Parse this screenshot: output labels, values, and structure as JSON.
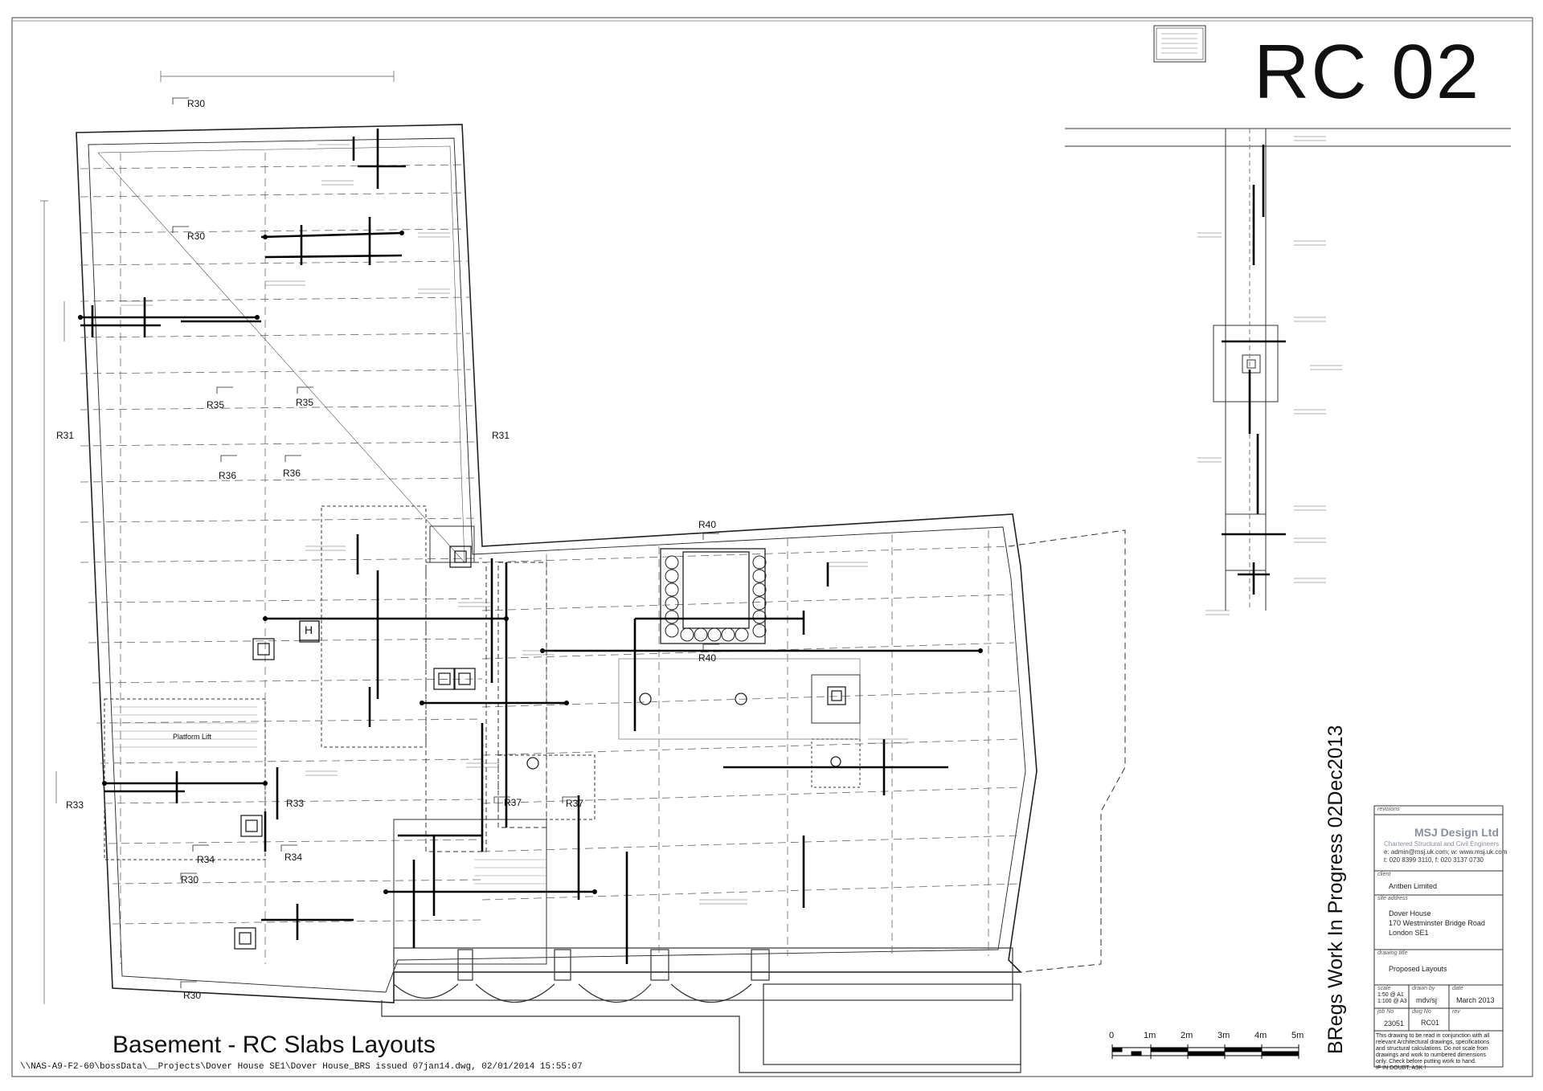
{
  "drawing_id": "RC 02",
  "plan_title": "Basement - RC Slabs Layouts",
  "file_path": "\\\\NAS-A9-F2-60\\bossData\\__Projects\\Dover House SE1\\Dover House_BRS issued 07jan14.dwg, 02/01/2014 15:55:07",
  "status_text": "BRegs Work In Progress 02Dec2013",
  "plan_labels": {
    "r30a": "R30",
    "r30b": "R30",
    "r30c": "R30",
    "r30d": "R30",
    "r31a": "R31",
    "r31b": "R31",
    "r33a": "R33",
    "r33b": "R33",
    "r34a": "R34",
    "r34b": "R34",
    "r35a": "R35",
    "r35b": "R35",
    "r36a": "R36",
    "r36b": "R36",
    "r37a": "R37",
    "r37b": "R37",
    "r40a": "R40",
    "r40b": "R40",
    "platform_lift": "Platform Lift",
    "lift_mark": "H"
  },
  "scale_bar": [
    "0",
    "1m",
    "2m",
    "3m",
    "4m",
    "5m"
  ],
  "title_block": {
    "revisions_label": "revisions",
    "firm_name": "MSJ Design Ltd",
    "firm_subtitle": "Chartered Structural and Civil Engineers",
    "firm_contact1": "e: admin@msj.uk.com;  w: www.msj.uk.com",
    "firm_contact2": "t: 020 8399 3110,  f: 020 3137 0730",
    "client_label": "client",
    "client": "Antben Limited",
    "site_label": "site address",
    "site_line1": "Dover House",
    "site_line2": "170 Westminster Bridge Road",
    "site_line3": "London SE1",
    "drawing_title_label": "drawing title",
    "drawing_title": "Proposed Layouts",
    "scale_label": "scale",
    "scale_line1": "1:50  @ A1",
    "scale_line2": "1:100 @ A3",
    "drawn_label": "drawn by",
    "drawn": "mdv/sj",
    "date_label": "date",
    "date": "March 2013",
    "job_label": "job No",
    "job": "23051",
    "dwg_label": "dwg No",
    "dwg": "RC01",
    "rev_label": "rev",
    "notes": [
      "This drawing to be read in conjunction with all",
      "relevant Architectural drawings, specifications",
      "and structural calculations.  Do not scale from",
      "drawings and work to numbered dimensions",
      "only.  Check before putting work to hand.",
      "IF IN DOUBT, ASK !"
    ]
  }
}
